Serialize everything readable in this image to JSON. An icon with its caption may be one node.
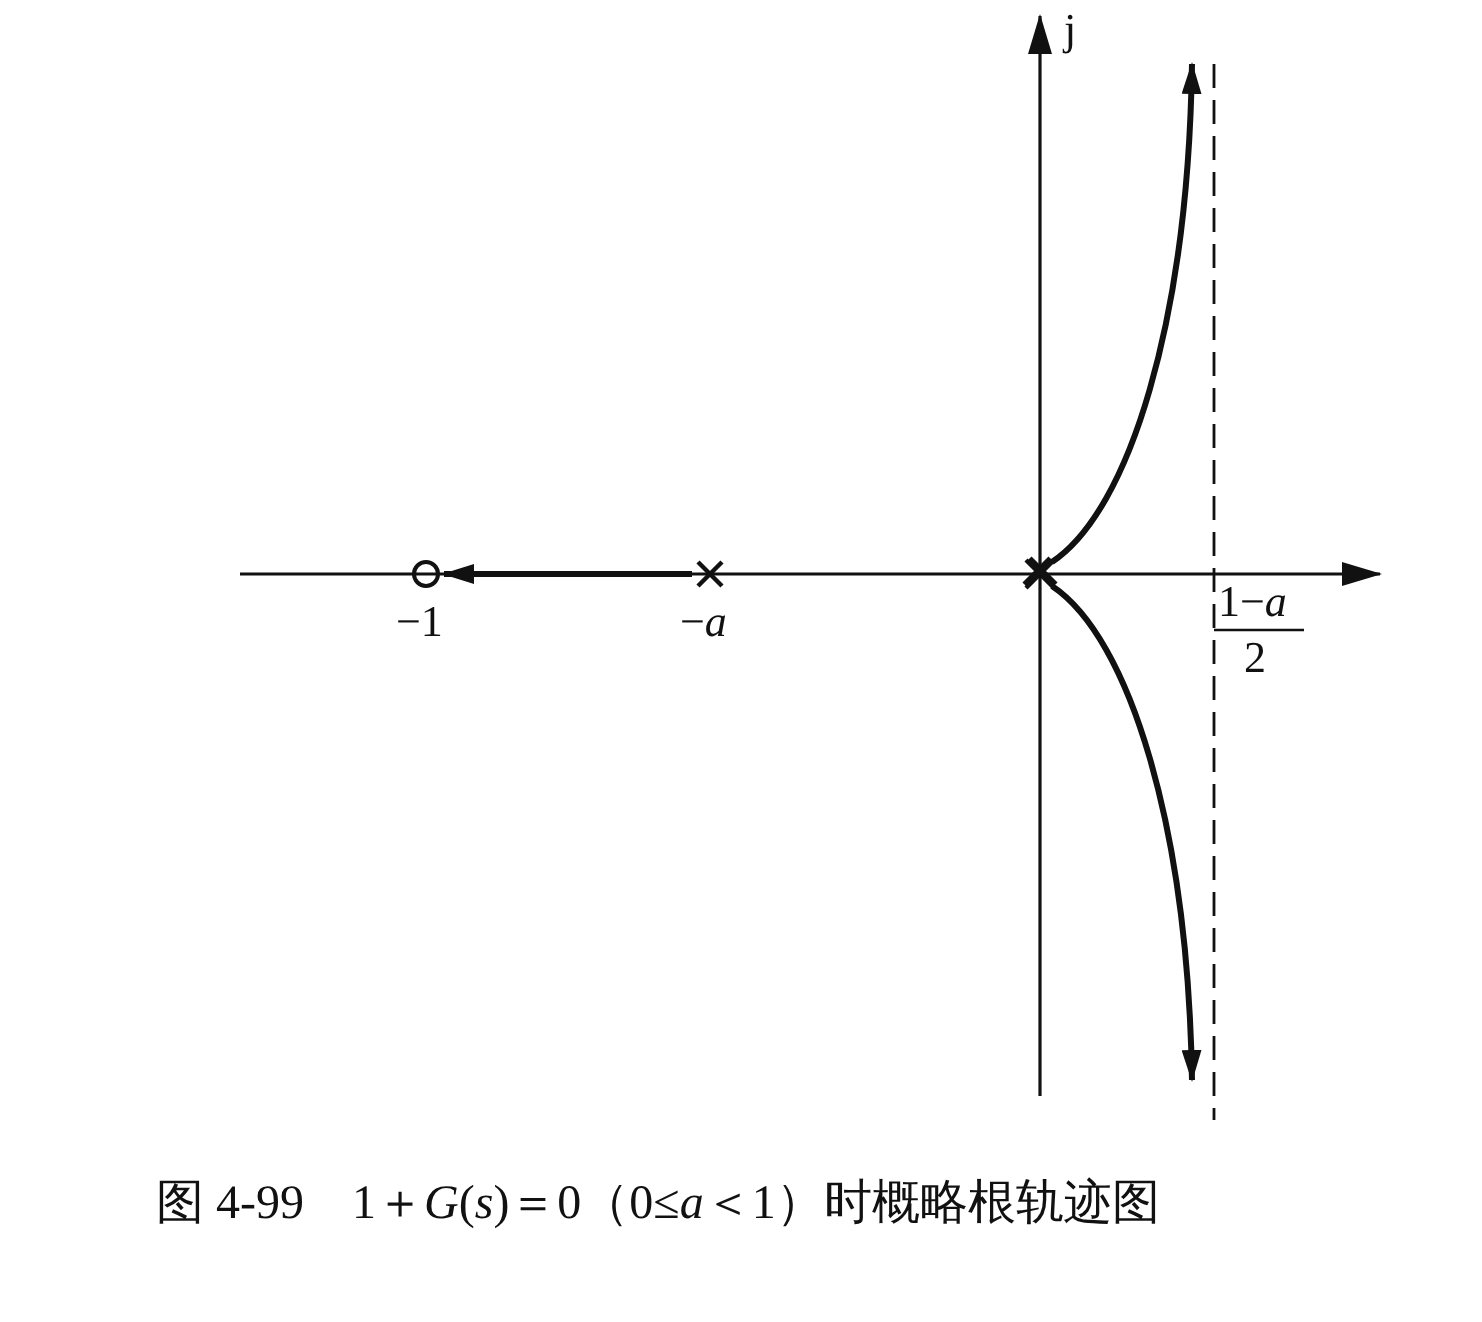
{
  "diagram": {
    "caption": "图 4-99　1＋*G*(*s*)＝0（0≤*a*＜1）时概略根轨迹图",
    "nodes": [
      {
        "text": [
          "−1"
        ]
      },
      {
        "text": [
          "−*a*"
        ]
      },
      {
        "text": [],
        "shape": "cross"
      }
    ],
    "edges": [
      {
        "from": 1,
        "to": 0,
        "arrow": "to"
      },
      {
        "from": 2,
        "to": null,
        "arrow": "to"
      },
      {
        "from": 2,
        "to": null,
        "arrow": "to"
      }
    ],
    "labels": [
      "j",
      "1−*a*",
      "2"
    ]
  }
}
